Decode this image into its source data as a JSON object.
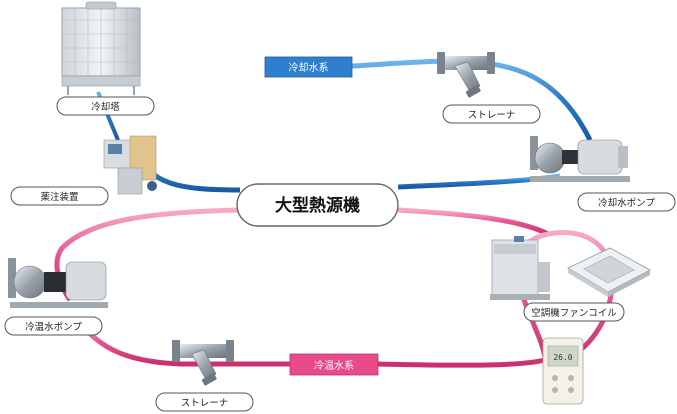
{
  "title": "大型熱源機",
  "systems": {
    "cooling": {
      "label": "冷却水系",
      "color": "#2f7fcf"
    },
    "chilled": {
      "label": "冷温水系",
      "color": "#e84a8a"
    }
  },
  "components": {
    "cooling_tower": "冷却塔",
    "strainer_top": "ストレーナ",
    "chemical_feeder": "薬注装置",
    "cooling_pump": "冷却水ポンプ",
    "chilled_pump": "冷温水ポンプ",
    "fan_coil": "空調機ファンコイル",
    "strainer_bottom": "ストレーナ"
  },
  "controller": {
    "display": "26.0"
  }
}
